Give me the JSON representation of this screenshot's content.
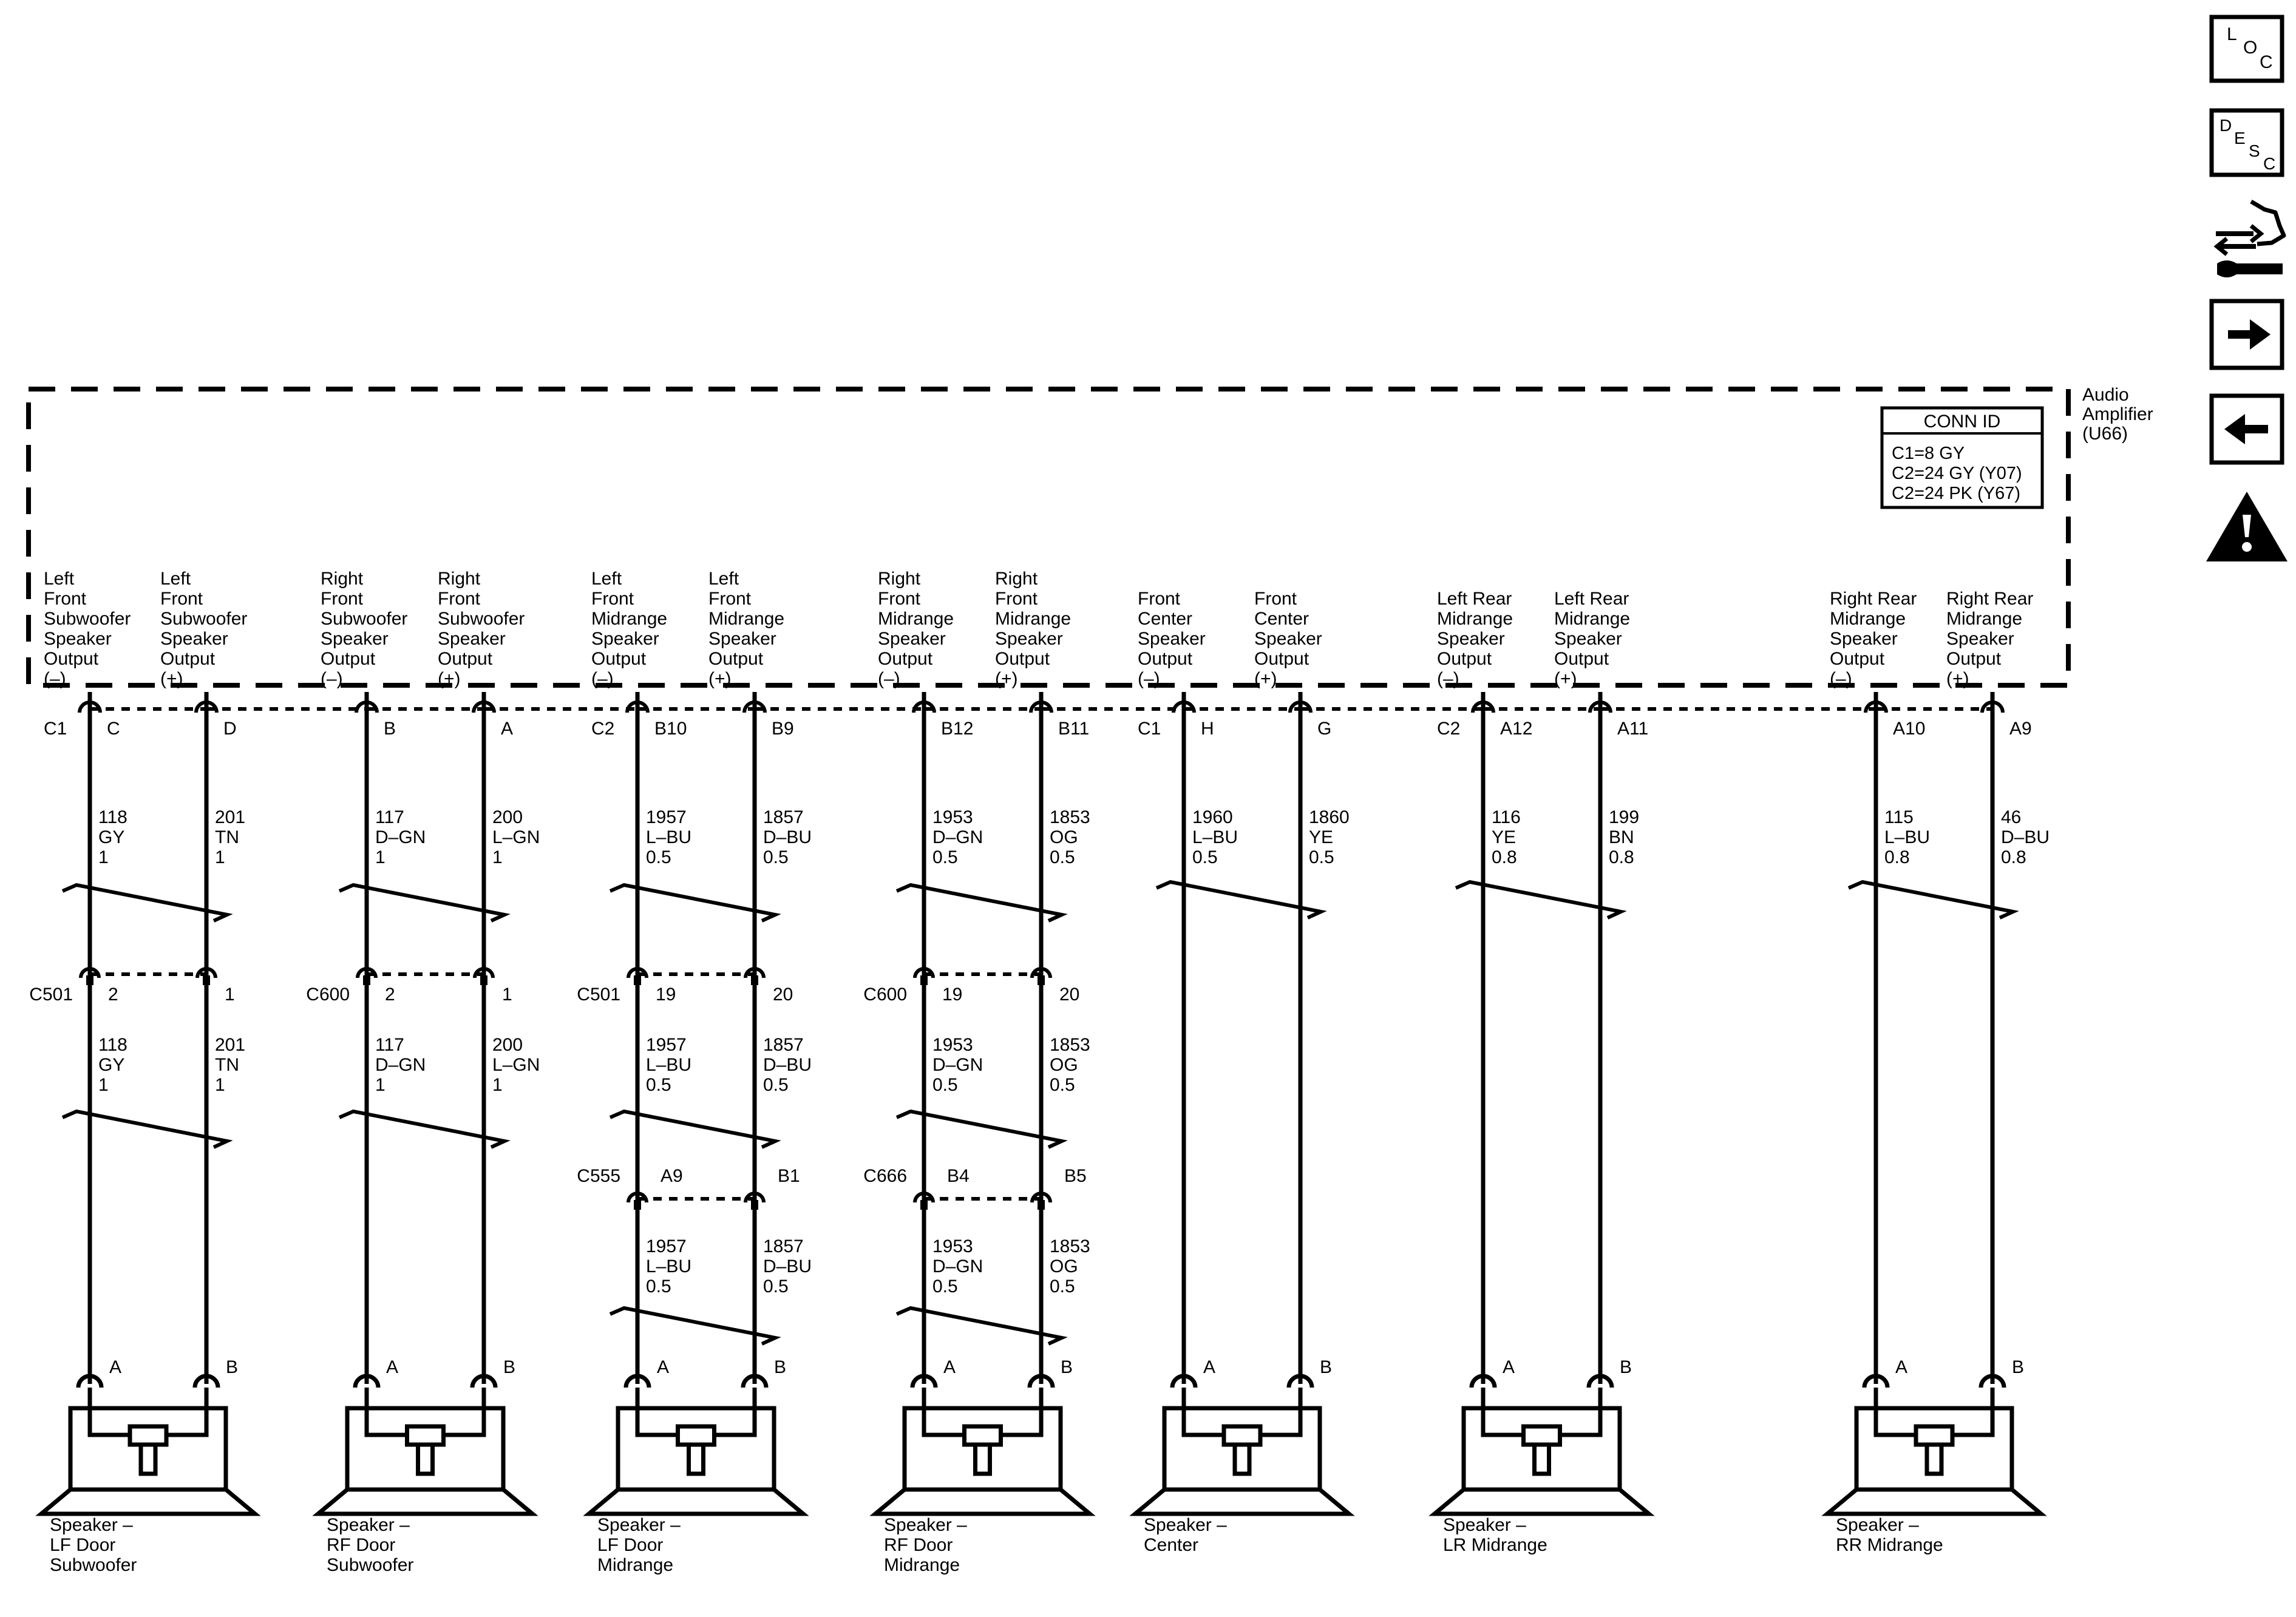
{
  "module": {
    "name_lines": [
      "Audio",
      "Amplifier",
      "(U66)"
    ],
    "conn_id": {
      "title": "CONN ID",
      "lines": [
        "C1=8 GY",
        "C2=24 GY (Y07)",
        "C2=24 PK (Y67)"
      ]
    }
  },
  "toolbar": [
    {
      "id": "loc",
      "kind": "loc",
      "letters": [
        "L",
        "O",
        "C"
      ]
    },
    {
      "id": "desc",
      "kind": "desc",
      "letters": [
        "D",
        "E",
        "S",
        "C"
      ]
    },
    {
      "id": "connector",
      "kind": "connector"
    },
    {
      "id": "next",
      "kind": "next"
    },
    {
      "id": "previous",
      "kind": "previous"
    },
    {
      "id": "warning",
      "kind": "warning"
    }
  ],
  "channels": [
    {
      "speaker": [
        "Speaker –",
        "LF Door",
        "Subwoofer"
      ],
      "group_connector": "C1",
      "splice1": "C501",
      "wires": [
        {
          "label": [
            "Left",
            "Front",
            "Subwoofer",
            "Speaker",
            "Output",
            "(–)"
          ],
          "pin": "C",
          "circuit": [
            "118",
            "GY",
            "1"
          ],
          "s1_pin": "2",
          "circuit2": [
            "118",
            "GY",
            "1"
          ],
          "spk_pin": "A"
        },
        {
          "label": [
            "Left",
            "Front",
            "Subwoofer",
            "Speaker",
            "Output",
            "(+)"
          ],
          "pin": "D",
          "circuit": [
            "201",
            "TN",
            "1"
          ],
          "s1_pin": "1",
          "circuit2": [
            "201",
            "TN",
            "1"
          ],
          "spk_pin": "B"
        }
      ]
    },
    {
      "speaker": [
        "Speaker –",
        "RF Door",
        "Subwoofer"
      ],
      "splice1": "C600",
      "wires": [
        {
          "label": [
            "Right",
            "Front",
            "Subwoofer",
            "Speaker",
            "Output",
            "(–)"
          ],
          "pin": "B",
          "circuit": [
            "117",
            "D–GN",
            "1"
          ],
          "s1_pin": "2",
          "circuit2": [
            "117",
            "D–GN",
            "1"
          ],
          "spk_pin": "A"
        },
        {
          "label": [
            "Right",
            "Front",
            "Subwoofer",
            "Speaker",
            "Output",
            "(+)"
          ],
          "pin": "A",
          "circuit": [
            "200",
            "L–GN",
            "1"
          ],
          "s1_pin": "1",
          "circuit2": [
            "200",
            "L–GN",
            "1"
          ],
          "spk_pin": "B"
        }
      ]
    },
    {
      "speaker": [
        "Speaker –",
        "LF Door",
        "Midrange"
      ],
      "group_connector": "C2",
      "splice1": "C501",
      "splice2": "C555",
      "wires": [
        {
          "label": [
            "Left",
            "Front",
            "Midrange",
            "Speaker",
            "Output",
            "(–)"
          ],
          "pin": "B10",
          "circuit": [
            "1957",
            "L–BU",
            "0.5"
          ],
          "s1_pin": "19",
          "circuit2": [
            "1957",
            "L–BU",
            "0.5"
          ],
          "s2_pin": "A9",
          "circuit3": [
            "1957",
            "L–BU",
            "0.5"
          ],
          "spk_pin": "A"
        },
        {
          "label": [
            "Left",
            "Front",
            "Midrange",
            "Speaker",
            "Output",
            "(+)"
          ],
          "pin": "B9",
          "circuit": [
            "1857",
            "D–BU",
            "0.5"
          ],
          "s1_pin": "20",
          "circuit2": [
            "1857",
            "D–BU",
            "0.5"
          ],
          "s2_pin": "B1",
          "circuit3": [
            "1857",
            "D–BU",
            "0.5"
          ],
          "spk_pin": "B"
        }
      ]
    },
    {
      "speaker": [
        "Speaker –",
        "RF Door",
        "Midrange"
      ],
      "splice1": "C600",
      "splice2": "C666",
      "wires": [
        {
          "label": [
            "Right",
            "Front",
            "Midrange",
            "Speaker",
            "Output",
            "(–)"
          ],
          "pin": "B12",
          "circuit": [
            "1953",
            "D–GN",
            "0.5"
          ],
          "s1_pin": "19",
          "circuit2": [
            "1953",
            "D–GN",
            "0.5"
          ],
          "s2_pin": "B4",
          "circuit3": [
            "1953",
            "D–GN",
            "0.5"
          ],
          "spk_pin": "A"
        },
        {
          "label": [
            "Right",
            "Front",
            "Midrange",
            "Speaker",
            "Output",
            "(+)"
          ],
          "pin": "B11",
          "circuit": [
            "1853",
            "OG",
            "0.5"
          ],
          "s1_pin": "20",
          "circuit2": [
            "1853",
            "OG",
            "0.5"
          ],
          "s2_pin": "B5",
          "circuit3": [
            "1853",
            "OG",
            "0.5"
          ],
          "spk_pin": "B"
        }
      ]
    },
    {
      "speaker": [
        "Speaker –",
        "Center"
      ],
      "group_connector": "C1",
      "wires": [
        {
          "label": [
            "Front",
            "Center",
            "Speaker",
            "Output",
            "(–)"
          ],
          "pin": "H",
          "circuit": [
            "1960",
            "L–BU",
            "0.5"
          ],
          "spk_pin": "A"
        },
        {
          "label": [
            "Front",
            "Center",
            "Speaker",
            "Output",
            "(+)"
          ],
          "pin": "G",
          "circuit": [
            "1860",
            "YE",
            "0.5"
          ],
          "spk_pin": "B"
        }
      ]
    },
    {
      "speaker": [
        "Speaker –",
        "LR Midrange"
      ],
      "group_connector": "C2",
      "wires": [
        {
          "label": [
            "Left Rear",
            "Midrange",
            "Speaker",
            "Output",
            "(–)"
          ],
          "pin": "A12",
          "circuit": [
            "116",
            "YE",
            "0.8"
          ],
          "spk_pin": "A"
        },
        {
          "label": [
            "Left Rear",
            "Midrange",
            "Speaker",
            "Output",
            "(+)"
          ],
          "pin": "A11",
          "circuit": [
            "199",
            "BN",
            "0.8"
          ],
          "spk_pin": "B"
        }
      ]
    },
    {
      "speaker": [
        "Speaker –",
        "RR Midrange"
      ],
      "wires": [
        {
          "label": [
            "Right Rear",
            "Midrange",
            "Speaker",
            "Output",
            "(–)"
          ],
          "pin": "A10",
          "circuit": [
            "115",
            "L–BU",
            "0.8"
          ],
          "spk_pin": "A"
        },
        {
          "label": [
            "Right Rear",
            "Midrange",
            "Speaker",
            "Output",
            "(+)"
          ],
          "pin": "A9",
          "circuit": [
            "46",
            "D–BU",
            "0.8"
          ],
          "spk_pin": "B"
        }
      ]
    }
  ]
}
